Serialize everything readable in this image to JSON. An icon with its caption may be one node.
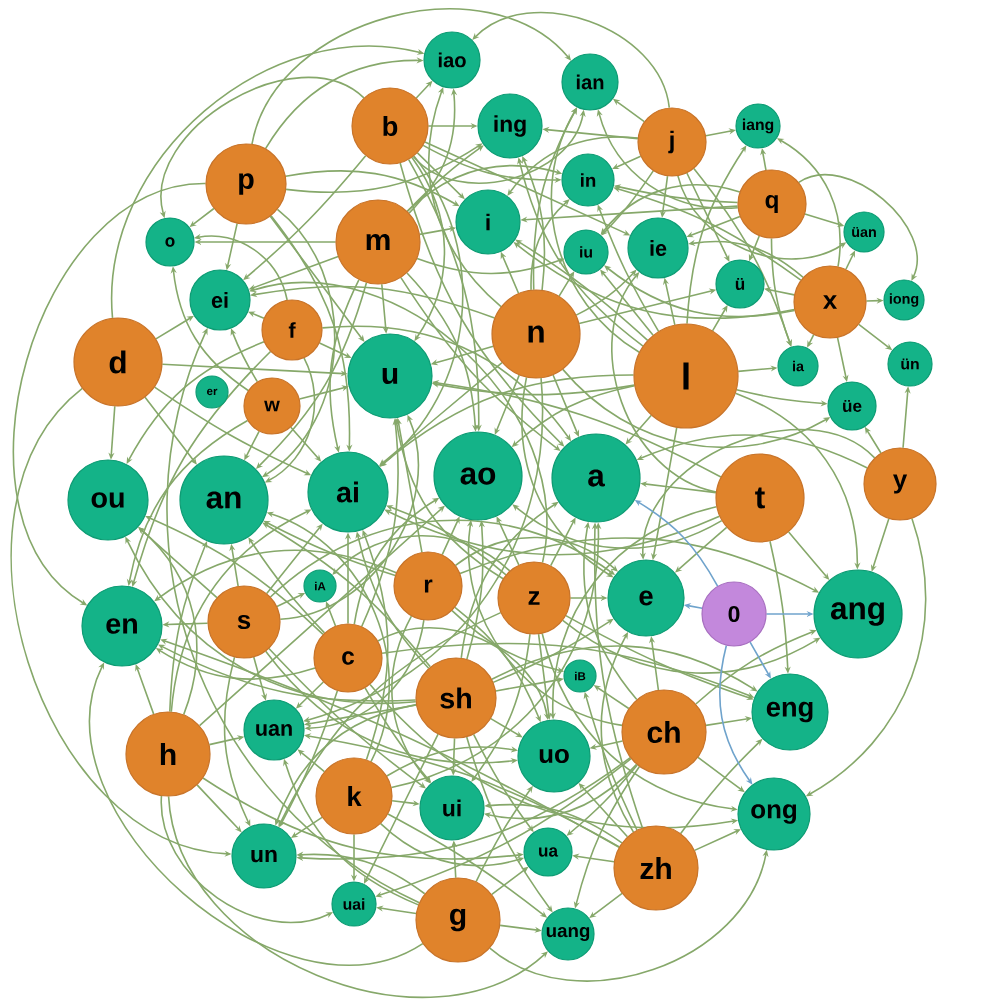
{
  "diagram": {
    "nodes": [
      {
        "text": [
          "iao"
        ]
      },
      {
        "text": [
          "ian"
        ]
      },
      {
        "text": [
          "ing"
        ]
      },
      {
        "text": [
          "b"
        ]
      },
      {
        "text": [
          "j"
        ]
      },
      {
        "text": [
          "iang"
        ]
      },
      {
        "text": [
          "p"
        ]
      },
      {
        "text": [
          "in"
        ]
      },
      {
        "text": [
          "q"
        ]
      },
      {
        "text": [
          "i"
        ]
      },
      {
        "text": [
          "o"
        ]
      },
      {
        "text": [
          "m"
        ]
      },
      {
        "text": [
          "iu"
        ]
      },
      {
        "text": [
          "ie"
        ]
      },
      {
        "text": [
          "üan"
        ]
      },
      {
        "text": [
          "ei"
        ]
      },
      {
        "text": [
          "ü"
        ]
      },
      {
        "text": [
          "x"
        ]
      },
      {
        "text": [
          "n"
        ]
      },
      {
        "text": [
          "iong"
        ]
      },
      {
        "text": [
          "f"
        ]
      },
      {
        "text": [
          "l"
        ]
      },
      {
        "text": [
          "d"
        ]
      },
      {
        "text": [
          "er"
        ]
      },
      {
        "text": [
          "w"
        ]
      },
      {
        "text": [
          "u"
        ]
      },
      {
        "text": [
          "ia"
        ]
      },
      {
        "text": [
          "üe"
        ]
      },
      {
        "text": [
          "ün"
        ]
      },
      {
        "text": [
          "ao"
        ]
      },
      {
        "text": [
          "an"
        ]
      },
      {
        "text": [
          "ai"
        ]
      },
      {
        "text": [
          "ou"
        ]
      },
      {
        "text": [
          "a"
        ]
      },
      {
        "text": [
          "t"
        ]
      },
      {
        "text": [
          "y"
        ]
      },
      {
        "text": [
          "iA"
        ]
      },
      {
        "text": [
          "r"
        ]
      },
      {
        "text": [
          "z"
        ]
      },
      {
        "text": [
          "e"
        ]
      },
      {
        "text": [
          "0"
        ]
      },
      {
        "text": [
          "ang"
        ]
      },
      {
        "text": [
          "en"
        ]
      },
      {
        "text": [
          "s"
        ]
      },
      {
        "text": [
          "c"
        ]
      },
      {
        "text": [
          "sh"
        ]
      },
      {
        "text": [
          "iB"
        ]
      },
      {
        "text": [
          "eng"
        ]
      },
      {
        "text": [
          "uan"
        ]
      },
      {
        "text": [
          "h"
        ]
      },
      {
        "text": [
          "ch"
        ]
      },
      {
        "text": [
          "uo"
        ]
      },
      {
        "text": [
          "k"
        ]
      },
      {
        "text": [
          "ui"
        ]
      },
      {
        "text": [
          "ong"
        ]
      },
      {
        "text": [
          "un"
        ]
      },
      {
        "text": [
          "ua"
        ]
      },
      {
        "text": [
          "zh"
        ]
      },
      {
        "text": [
          "uai"
        ]
      },
      {
        "text": [
          "g"
        ]
      },
      {
        "text": [
          "uang"
        ]
      }
    ],
    "edges": [
      {
        "from": 3,
        "to": 33,
        "arrow": "to"
      },
      {
        "from": 3,
        "to": 31,
        "arrow": "to"
      },
      {
        "from": 3,
        "to": 29,
        "arrow": "to"
      },
      {
        "from": 3,
        "to": 15,
        "arrow": "to"
      },
      {
        "from": 3,
        "to": 9,
        "arrow": "to"
      },
      {
        "from": 3,
        "to": 1,
        "arrow": "to"
      },
      {
        "from": 3,
        "to": 0,
        "arrow": "to"
      },
      {
        "from": 3,
        "to": 13,
        "arrow": "to"
      },
      {
        "from": 3,
        "to": 7,
        "arrow": "to"
      },
      {
        "from": 3,
        "to": 2,
        "arrow": "to"
      },
      {
        "from": 3,
        "to": 10,
        "arrow": "to"
      },
      {
        "from": 3,
        "to": 25,
        "arrow": "to"
      },
      {
        "from": 6,
        "to": 31,
        "arrow": "to"
      },
      {
        "from": 6,
        "to": 30,
        "arrow": "to"
      },
      {
        "from": 6,
        "to": 15,
        "arrow": "to"
      },
      {
        "from": 6,
        "to": 42,
        "arrow": "to"
      },
      {
        "from": 6,
        "to": 9,
        "arrow": "to"
      },
      {
        "from": 6,
        "to": 1,
        "arrow": "to"
      },
      {
        "from": 6,
        "to": 0,
        "arrow": "to"
      },
      {
        "from": 6,
        "to": 2,
        "arrow": "to"
      },
      {
        "from": 6,
        "to": 10,
        "arrow": "to"
      },
      {
        "from": 6,
        "to": 25,
        "arrow": "to"
      },
      {
        "from": 11,
        "to": 33,
        "arrow": "to"
      },
      {
        "from": 11,
        "to": 31,
        "arrow": "to"
      },
      {
        "from": 11,
        "to": 30,
        "arrow": "to"
      },
      {
        "from": 11,
        "to": 29,
        "arrow": "to"
      },
      {
        "from": 11,
        "to": 15,
        "arrow": "to"
      },
      {
        "from": 11,
        "to": 9,
        "arrow": "to"
      },
      {
        "from": 11,
        "to": 0,
        "arrow": "to"
      },
      {
        "from": 11,
        "to": 7,
        "arrow": "to"
      },
      {
        "from": 11,
        "to": 2,
        "arrow": "to"
      },
      {
        "from": 11,
        "to": 12,
        "arrow": "to"
      },
      {
        "from": 11,
        "to": 10,
        "arrow": "to"
      },
      {
        "from": 11,
        "to": 25,
        "arrow": "to"
      },
      {
        "from": 20,
        "to": 33,
        "arrow": "to"
      },
      {
        "from": 20,
        "to": 30,
        "arrow": "to"
      },
      {
        "from": 20,
        "to": 15,
        "arrow": "to"
      },
      {
        "from": 20,
        "to": 42,
        "arrow": "to"
      },
      {
        "from": 20,
        "to": 10,
        "arrow": "to"
      },
      {
        "from": 20,
        "to": 32,
        "arrow": "to"
      },
      {
        "from": 20,
        "to": 25,
        "arrow": "to"
      },
      {
        "from": 22,
        "to": 31,
        "arrow": "to"
      },
      {
        "from": 22,
        "to": 30,
        "arrow": "to"
      },
      {
        "from": 22,
        "to": 15,
        "arrow": "to"
      },
      {
        "from": 22,
        "to": 0,
        "arrow": "to"
      },
      {
        "from": 22,
        "to": 32,
        "arrow": "to"
      },
      {
        "from": 22,
        "to": 25,
        "arrow": "to"
      },
      {
        "from": 22,
        "to": 55,
        "arrow": "to"
      },
      {
        "from": 34,
        "to": 33,
        "arrow": "to"
      },
      {
        "from": 34,
        "to": 31,
        "arrow": "to"
      },
      {
        "from": 34,
        "to": 41,
        "arrow": "to"
      },
      {
        "from": 34,
        "to": 29,
        "arrow": "to"
      },
      {
        "from": 34,
        "to": 39,
        "arrow": "to"
      },
      {
        "from": 34,
        "to": 47,
        "arrow": "to"
      },
      {
        "from": 34,
        "to": 13,
        "arrow": "to"
      },
      {
        "from": 34,
        "to": 25,
        "arrow": "to"
      },
      {
        "from": 34,
        "to": 51,
        "arrow": "to"
      },
      {
        "from": 18,
        "to": 33,
        "arrow": "to"
      },
      {
        "from": 18,
        "to": 31,
        "arrow": "to"
      },
      {
        "from": 18,
        "to": 29,
        "arrow": "to"
      },
      {
        "from": 18,
        "to": 39,
        "arrow": "to"
      },
      {
        "from": 18,
        "to": 15,
        "arrow": "to"
      },
      {
        "from": 18,
        "to": 9,
        "arrow": "to"
      },
      {
        "from": 18,
        "to": 1,
        "arrow": "to"
      },
      {
        "from": 18,
        "to": 0,
        "arrow": "to"
      },
      {
        "from": 18,
        "to": 13,
        "arrow": "to"
      },
      {
        "from": 18,
        "to": 7,
        "arrow": "to"
      },
      {
        "from": 18,
        "to": 2,
        "arrow": "to"
      },
      {
        "from": 18,
        "to": 12,
        "arrow": "to"
      },
      {
        "from": 18,
        "to": 25,
        "arrow": "to"
      },
      {
        "from": 18,
        "to": 48,
        "arrow": "to"
      },
      {
        "from": 18,
        "to": 16,
        "arrow": "to"
      },
      {
        "from": 18,
        "to": 27,
        "arrow": "to"
      },
      {
        "from": 21,
        "to": 33,
        "arrow": "to"
      },
      {
        "from": 21,
        "to": 31,
        "arrow": "to"
      },
      {
        "from": 21,
        "to": 41,
        "arrow": "to"
      },
      {
        "from": 21,
        "to": 29,
        "arrow": "to"
      },
      {
        "from": 21,
        "to": 39,
        "arrow": "to"
      },
      {
        "from": 21,
        "to": 9,
        "arrow": "to"
      },
      {
        "from": 21,
        "to": 26,
        "arrow": "to"
      },
      {
        "from": 21,
        "to": 1,
        "arrow": "to"
      },
      {
        "from": 21,
        "to": 5,
        "arrow": "to"
      },
      {
        "from": 21,
        "to": 13,
        "arrow": "to"
      },
      {
        "from": 21,
        "to": 7,
        "arrow": "to"
      },
      {
        "from": 21,
        "to": 2,
        "arrow": "to"
      },
      {
        "from": 21,
        "to": 12,
        "arrow": "to"
      },
      {
        "from": 21,
        "to": 25,
        "arrow": "to"
      },
      {
        "from": 21,
        "to": 16,
        "arrow": "to"
      },
      {
        "from": 21,
        "to": 27,
        "arrow": "to"
      },
      {
        "from": 59,
        "to": 15,
        "arrow": "to"
      },
      {
        "from": 59,
        "to": 42,
        "arrow": "to"
      },
      {
        "from": 59,
        "to": 54,
        "arrow": "to"
      },
      {
        "from": 59,
        "to": 56,
        "arrow": "to"
      },
      {
        "from": 59,
        "to": 58,
        "arrow": "to"
      },
      {
        "from": 59,
        "to": 48,
        "arrow": "to"
      },
      {
        "from": 59,
        "to": 60,
        "arrow": "to"
      },
      {
        "from": 59,
        "to": 53,
        "arrow": "to"
      },
      {
        "from": 59,
        "to": 55,
        "arrow": "to"
      },
      {
        "from": 59,
        "to": 51,
        "arrow": "to"
      },
      {
        "from": 52,
        "to": 33,
        "arrow": "to"
      },
      {
        "from": 52,
        "to": 31,
        "arrow": "to"
      },
      {
        "from": 52,
        "to": 30,
        "arrow": "to"
      },
      {
        "from": 52,
        "to": 56,
        "arrow": "to"
      },
      {
        "from": 52,
        "to": 58,
        "arrow": "to"
      },
      {
        "from": 52,
        "to": 48,
        "arrow": "to"
      },
      {
        "from": 52,
        "to": 60,
        "arrow": "to"
      },
      {
        "from": 52,
        "to": 53,
        "arrow": "to"
      },
      {
        "from": 52,
        "to": 55,
        "arrow": "to"
      },
      {
        "from": 52,
        "to": 51,
        "arrow": "to"
      },
      {
        "from": 49,
        "to": 31,
        "arrow": "to"
      },
      {
        "from": 49,
        "to": 30,
        "arrow": "to"
      },
      {
        "from": 49,
        "to": 29,
        "arrow": "to"
      },
      {
        "from": 49,
        "to": 42,
        "arrow": "to"
      },
      {
        "from": 49,
        "to": 32,
        "arrow": "to"
      },
      {
        "from": 49,
        "to": 56,
        "arrow": "to"
      },
      {
        "from": 49,
        "to": 58,
        "arrow": "to"
      },
      {
        "from": 49,
        "to": 48,
        "arrow": "to"
      },
      {
        "from": 49,
        "to": 60,
        "arrow": "to"
      },
      {
        "from": 49,
        "to": 55,
        "arrow": "to"
      },
      {
        "from": 4,
        "to": 9,
        "arrow": "to"
      },
      {
        "from": 4,
        "to": 26,
        "arrow": "to"
      },
      {
        "from": 4,
        "to": 1,
        "arrow": "to"
      },
      {
        "from": 4,
        "to": 5,
        "arrow": "to"
      },
      {
        "from": 4,
        "to": 0,
        "arrow": "to"
      },
      {
        "from": 4,
        "to": 13,
        "arrow": "to"
      },
      {
        "from": 4,
        "to": 7,
        "arrow": "to"
      },
      {
        "from": 4,
        "to": 2,
        "arrow": "to"
      },
      {
        "from": 4,
        "to": 12,
        "arrow": "to"
      },
      {
        "from": 4,
        "to": 16,
        "arrow": "to"
      },
      {
        "from": 4,
        "to": 14,
        "arrow": "to"
      },
      {
        "from": 8,
        "to": 9,
        "arrow": "to"
      },
      {
        "from": 8,
        "to": 26,
        "arrow": "to"
      },
      {
        "from": 8,
        "to": 1,
        "arrow": "to"
      },
      {
        "from": 8,
        "to": 5,
        "arrow": "to"
      },
      {
        "from": 8,
        "to": 13,
        "arrow": "to"
      },
      {
        "from": 8,
        "to": 7,
        "arrow": "to"
      },
      {
        "from": 8,
        "to": 19,
        "arrow": "to"
      },
      {
        "from": 8,
        "to": 12,
        "arrow": "to"
      },
      {
        "from": 8,
        "to": 16,
        "arrow": "to"
      },
      {
        "from": 8,
        "to": 14,
        "arrow": "to"
      },
      {
        "from": 17,
        "to": 9,
        "arrow": "to"
      },
      {
        "from": 17,
        "to": 26,
        "arrow": "to"
      },
      {
        "from": 17,
        "to": 5,
        "arrow": "to"
      },
      {
        "from": 17,
        "to": 13,
        "arrow": "to"
      },
      {
        "from": 17,
        "to": 7,
        "arrow": "to"
      },
      {
        "from": 17,
        "to": 19,
        "arrow": "to"
      },
      {
        "from": 17,
        "to": 12,
        "arrow": "to"
      },
      {
        "from": 17,
        "to": 16,
        "arrow": "to"
      },
      {
        "from": 17,
        "to": 14,
        "arrow": "to"
      },
      {
        "from": 17,
        "to": 27,
        "arrow": "to"
      },
      {
        "from": 17,
        "to": 28,
        "arrow": "to"
      },
      {
        "from": 57,
        "to": 33,
        "arrow": "to"
      },
      {
        "from": 57,
        "to": 39,
        "arrow": "to"
      },
      {
        "from": 57,
        "to": 42,
        "arrow": "to"
      },
      {
        "from": 57,
        "to": 47,
        "arrow": "to"
      },
      {
        "from": 57,
        "to": 46,
        "arrow": "to"
      },
      {
        "from": 57,
        "to": 54,
        "arrow": "to"
      },
      {
        "from": 57,
        "to": 56,
        "arrow": "to"
      },
      {
        "from": 57,
        "to": 48,
        "arrow": "to"
      },
      {
        "from": 57,
        "to": 60,
        "arrow": "to"
      },
      {
        "from": 57,
        "to": 53,
        "arrow": "to"
      },
      {
        "from": 57,
        "to": 51,
        "arrow": "to"
      },
      {
        "from": 50,
        "to": 33,
        "arrow": "to"
      },
      {
        "from": 50,
        "to": 41,
        "arrow": "to"
      },
      {
        "from": 50,
        "to": 29,
        "arrow": "to"
      },
      {
        "from": 50,
        "to": 39,
        "arrow": "to"
      },
      {
        "from": 50,
        "to": 47,
        "arrow": "to"
      },
      {
        "from": 50,
        "to": 46,
        "arrow": "to"
      },
      {
        "from": 50,
        "to": 54,
        "arrow": "to"
      },
      {
        "from": 50,
        "to": 56,
        "arrow": "to"
      },
      {
        "from": 50,
        "to": 58,
        "arrow": "to"
      },
      {
        "from": 50,
        "to": 60,
        "arrow": "to"
      },
      {
        "from": 50,
        "to": 53,
        "arrow": "to"
      },
      {
        "from": 50,
        "to": 55,
        "arrow": "to"
      },
      {
        "from": 50,
        "to": 51,
        "arrow": "to"
      },
      {
        "from": 45,
        "to": 33,
        "arrow": "to"
      },
      {
        "from": 45,
        "to": 31,
        "arrow": "to"
      },
      {
        "from": 45,
        "to": 30,
        "arrow": "to"
      },
      {
        "from": 45,
        "to": 29,
        "arrow": "to"
      },
      {
        "from": 45,
        "to": 39,
        "arrow": "to"
      },
      {
        "from": 45,
        "to": 42,
        "arrow": "to"
      },
      {
        "from": 45,
        "to": 47,
        "arrow": "to"
      },
      {
        "from": 45,
        "to": 46,
        "arrow": "to"
      },
      {
        "from": 45,
        "to": 32,
        "arrow": "to"
      },
      {
        "from": 45,
        "to": 56,
        "arrow": "to"
      },
      {
        "from": 45,
        "to": 58,
        "arrow": "to"
      },
      {
        "from": 45,
        "to": 48,
        "arrow": "to"
      },
      {
        "from": 45,
        "to": 60,
        "arrow": "to"
      },
      {
        "from": 45,
        "to": 53,
        "arrow": "to"
      },
      {
        "from": 45,
        "to": 55,
        "arrow": "to"
      },
      {
        "from": 45,
        "to": 51,
        "arrow": "to"
      },
      {
        "from": 37,
        "to": 30,
        "arrow": "to"
      },
      {
        "from": 37,
        "to": 41,
        "arrow": "to"
      },
      {
        "from": 37,
        "to": 29,
        "arrow": "to"
      },
      {
        "from": 37,
        "to": 39,
        "arrow": "to"
      },
      {
        "from": 37,
        "to": 42,
        "arrow": "to"
      },
      {
        "from": 37,
        "to": 46,
        "arrow": "to"
      },
      {
        "from": 37,
        "to": 25,
        "arrow": "to"
      },
      {
        "from": 37,
        "to": 48,
        "arrow": "to"
      },
      {
        "from": 37,
        "to": 53,
        "arrow": "to"
      },
      {
        "from": 37,
        "to": 51,
        "arrow": "to"
      },
      {
        "from": 38,
        "to": 33,
        "arrow": "to"
      },
      {
        "from": 38,
        "to": 31,
        "arrow": "to"
      },
      {
        "from": 38,
        "to": 41,
        "arrow": "to"
      },
      {
        "from": 38,
        "to": 29,
        "arrow": "to"
      },
      {
        "from": 38,
        "to": 39,
        "arrow": "to"
      },
      {
        "from": 38,
        "to": 15,
        "arrow": "to"
      },
      {
        "from": 38,
        "to": 47,
        "arrow": "to"
      },
      {
        "from": 38,
        "to": 36,
        "arrow": "to"
      },
      {
        "from": 38,
        "to": 54,
        "arrow": "to"
      },
      {
        "from": 38,
        "to": 25,
        "arrow": "to"
      },
      {
        "from": 38,
        "to": 53,
        "arrow": "to"
      },
      {
        "from": 38,
        "to": 55,
        "arrow": "to"
      },
      {
        "from": 38,
        "to": 51,
        "arrow": "to"
      },
      {
        "from": 44,
        "to": 31,
        "arrow": "to"
      },
      {
        "from": 44,
        "to": 30,
        "arrow": "to"
      },
      {
        "from": 44,
        "to": 29,
        "arrow": "to"
      },
      {
        "from": 44,
        "to": 42,
        "arrow": "to"
      },
      {
        "from": 44,
        "to": 47,
        "arrow": "to"
      },
      {
        "from": 44,
        "to": 36,
        "arrow": "to"
      },
      {
        "from": 44,
        "to": 54,
        "arrow": "to"
      },
      {
        "from": 44,
        "to": 32,
        "arrow": "to"
      },
      {
        "from": 44,
        "to": 25,
        "arrow": "to"
      },
      {
        "from": 44,
        "to": 48,
        "arrow": "to"
      },
      {
        "from": 44,
        "to": 53,
        "arrow": "to"
      },
      {
        "from": 44,
        "to": 55,
        "arrow": "to"
      },
      {
        "from": 44,
        "to": 51,
        "arrow": "to"
      },
      {
        "from": 43,
        "to": 31,
        "arrow": "to"
      },
      {
        "from": 43,
        "to": 30,
        "arrow": "to"
      },
      {
        "from": 43,
        "to": 39,
        "arrow": "to"
      },
      {
        "from": 43,
        "to": 42,
        "arrow": "to"
      },
      {
        "from": 43,
        "to": 36,
        "arrow": "to"
      },
      {
        "from": 43,
        "to": 32,
        "arrow": "to"
      },
      {
        "from": 43,
        "to": 25,
        "arrow": "to"
      },
      {
        "from": 43,
        "to": 48,
        "arrow": "to"
      },
      {
        "from": 43,
        "to": 53,
        "arrow": "to"
      },
      {
        "from": 43,
        "to": 55,
        "arrow": "to"
      },
      {
        "from": 43,
        "to": 51,
        "arrow": "to"
      },
      {
        "from": 35,
        "to": 33,
        "arrow": "to"
      },
      {
        "from": 35,
        "to": 41,
        "arrow": "to"
      },
      {
        "from": 35,
        "to": 39,
        "arrow": "to"
      },
      {
        "from": 35,
        "to": 54,
        "arrow": "to"
      },
      {
        "from": 35,
        "to": 27,
        "arrow": "to"
      },
      {
        "from": 35,
        "to": 28,
        "arrow": "to"
      },
      {
        "from": 24,
        "to": 31,
        "arrow": "to"
      },
      {
        "from": 24,
        "to": 30,
        "arrow": "to"
      },
      {
        "from": 24,
        "to": 15,
        "arrow": "to"
      },
      {
        "from": 24,
        "to": 42,
        "arrow": "to"
      },
      {
        "from": 24,
        "to": 10,
        "arrow": "to"
      },
      {
        "from": 24,
        "to": 25,
        "arrow": "to"
      },
      {
        "from": 40,
        "to": 33,
        "arrow": "to",
        "color": "#6fa3cc"
      },
      {
        "from": 40,
        "to": 41,
        "arrow": "to",
        "color": "#6fa3cc"
      },
      {
        "from": 40,
        "to": 39,
        "arrow": "to",
        "color": "#6fa3cc"
      },
      {
        "from": 40,
        "to": 47,
        "arrow": "to",
        "color": "#6fa3cc"
      },
      {
        "from": 40,
        "to": 54,
        "arrow": "to",
        "color": "#6fa3cc"
      }
    ]
  }
}
